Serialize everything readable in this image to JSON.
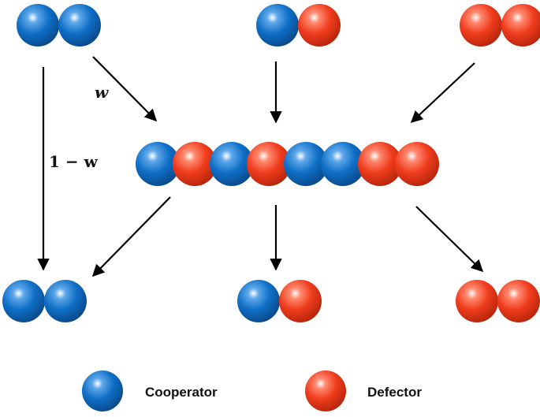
{
  "colors": {
    "cooperator": "#0f6fc6",
    "cooperator_dark": "#0a4f95",
    "defector": "#f03c1e",
    "defector_dark": "#c42a10",
    "arrow": "#000000"
  },
  "labels": {
    "w": "w",
    "one_minus_w": "1 − w"
  },
  "legend": {
    "cooperator": "Cooperator",
    "defector": "Defector"
  },
  "pairs": {
    "top": [
      [
        "C",
        "C"
      ],
      [
        "C",
        "D"
      ],
      [
        "D",
        "D"
      ]
    ],
    "bottom": [
      [
        "C",
        "C"
      ],
      [
        "C",
        "D"
      ],
      [
        "D",
        "D"
      ]
    ]
  },
  "chain": [
    "C",
    "D",
    "C",
    "D",
    "C",
    "C",
    "D",
    "D"
  ]
}
